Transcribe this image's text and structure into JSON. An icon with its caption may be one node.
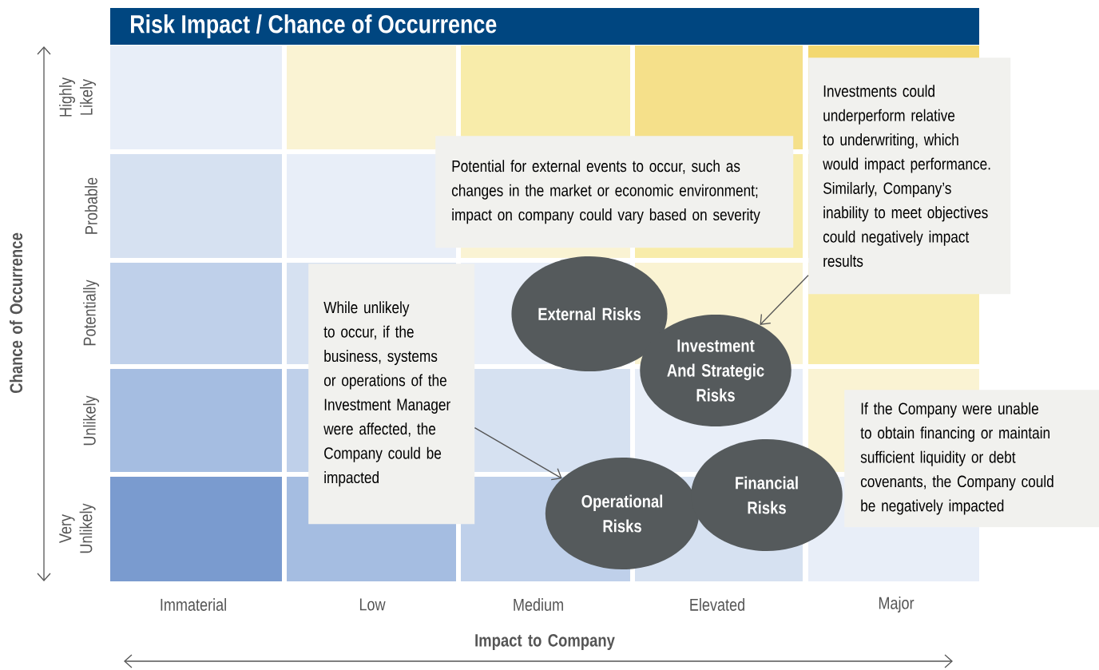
{
  "diagram": {
    "title": "Risk Impact / Chance of Occurrence",
    "nodes": [
      {
        "text": [
          "Investments could underperform relative to underwriting, which would impact performance. Similarly, Company’s inability to meet objectives could negatively impact results"
        ]
      },
      {
        "text": [
          "Potential for external events to occur, such as changes in the market or economic environment; impact on company could vary based on severity"
        ]
      },
      {
        "text": [
          "While unlikely to occur, if the business, systems or operations of the Investment Manager were affected, the Company could be impacted"
        ]
      },
      {
        "text": [
          "External Risks"
        ]
      },
      {
        "text": [
          "Investment And Strategic Risks"
        ]
      },
      {
        "text": [
          "If the Company were unable to obtain financing or maintain sufficient liquidity or debt covenants, the Company could be negatively impacted"
        ]
      },
      {
        "text": [
          "Operational Risks"
        ]
      },
      {
        "text": [
          "Financial Risks"
        ]
      }
    ],
    "edges": [
      {
        "from": 0,
        "to": 4,
        "arrow": "to"
      },
      {
        "from": 2,
        "to": 6,
        "arrow": "to"
      }
    ],
    "labels": [
      "Highly Likely",
      "Probable",
      "Potentially",
      "Unlikely",
      "Very Unlikely",
      "Chance of Occurrence",
      "Immaterial",
      "Low",
      "Medium",
      "Elevated",
      "Major",
      "Impact to Company"
    ]
  }
}
